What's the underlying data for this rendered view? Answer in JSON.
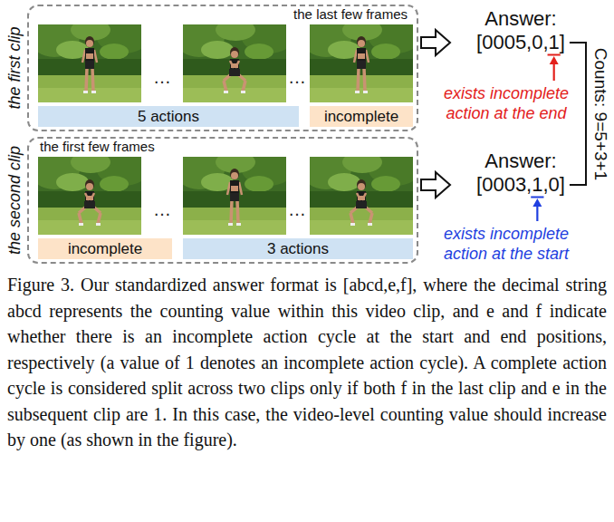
{
  "diagram": {
    "caption": "Figure 3. Our standardized answer format is [abcd,e,f], where the decimal string abcd represents the counting value within this video clip, and e and f indicate whether there is an incomplete action cycle at the start and end positions, respectively (a value of 1 denotes an incomplete action cycle). A complete action cycle is considered split across two clips only if both f in the last clip and e in the subsequent clip are 1. In this case, the video-level counting value should increase by one (as shown in the figure).",
    "nodes": [
      {
        "text": [
          "the first clip",
          "the last few frames"
        ]
      },
      {
        "text": [
          "5 actions"
        ],
        "in": 0
      },
      {
        "text": [
          "incomplete"
        ],
        "in": 0
      },
      {
        "text": [
          "Answer:",
          "[0005,0,1]"
        ]
      },
      {
        "text": [
          "the second clip",
          "the first few frames"
        ]
      },
      {
        "text": [
          "incomplete"
        ],
        "in": 4
      },
      {
        "text": [
          "3 actions"
        ],
        "in": 4
      },
      {
        "text": [
          "Answer:",
          "[0003,1,0]"
        ]
      }
    ],
    "edges": [
      {
        "from": 0,
        "to": 3,
        "arrow": "to"
      },
      {
        "from": 4,
        "to": 7,
        "arrow": "to"
      }
    ],
    "labels": [
      "…",
      "…",
      "…",
      "…",
      "exists incomplete action at the end",
      "exists incomplete action at the start",
      "Counts: 9=5+3+1"
    ]
  }
}
